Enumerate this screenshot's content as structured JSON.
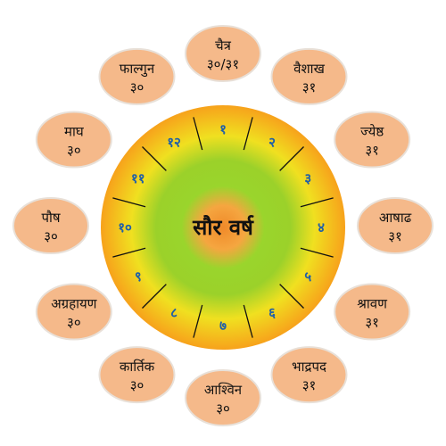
{
  "title": "सौर वर्ष",
  "months": [
    {
      "name": "चैत्र",
      "days": "३०/३१"
    },
    {
      "name": "वैशाख",
      "days": "३१"
    },
    {
      "name": "ज्येष्ठ",
      "days": "३१"
    },
    {
      "name": "आषाढ",
      "days": "३१"
    },
    {
      "name": "श्रावण",
      "days": "३१"
    },
    {
      "name": "भाद्रपद",
      "days": "३१"
    },
    {
      "name": "आश्विन",
      "days": "३०"
    },
    {
      "name": "कार्तिक",
      "days": "३०"
    },
    {
      "name": "अग्रहायण",
      "days": "३०"
    },
    {
      "name": "पौष",
      "days": "३०"
    },
    {
      "name": "माघ",
      "days": "३०"
    },
    {
      "name": "फाल्गुन",
      "days": "३०"
    }
  ],
  "numbers": [
    "१",
    "२",
    "३",
    "४",
    "५",
    "६",
    "७",
    "८",
    "९",
    "१०",
    "११",
    "१२"
  ],
  "colors": {
    "bubble_fill": "#f5b98a",
    "bubble_stroke": "#e8e0d8",
    "ring_outer": "#f7a21b",
    "ring_mid": "#f2e21c",
    "ring_inner": "#8fd12a",
    "center": "#f08a2a",
    "numbers": "#1f5fa8",
    "ticks": "#111111"
  }
}
